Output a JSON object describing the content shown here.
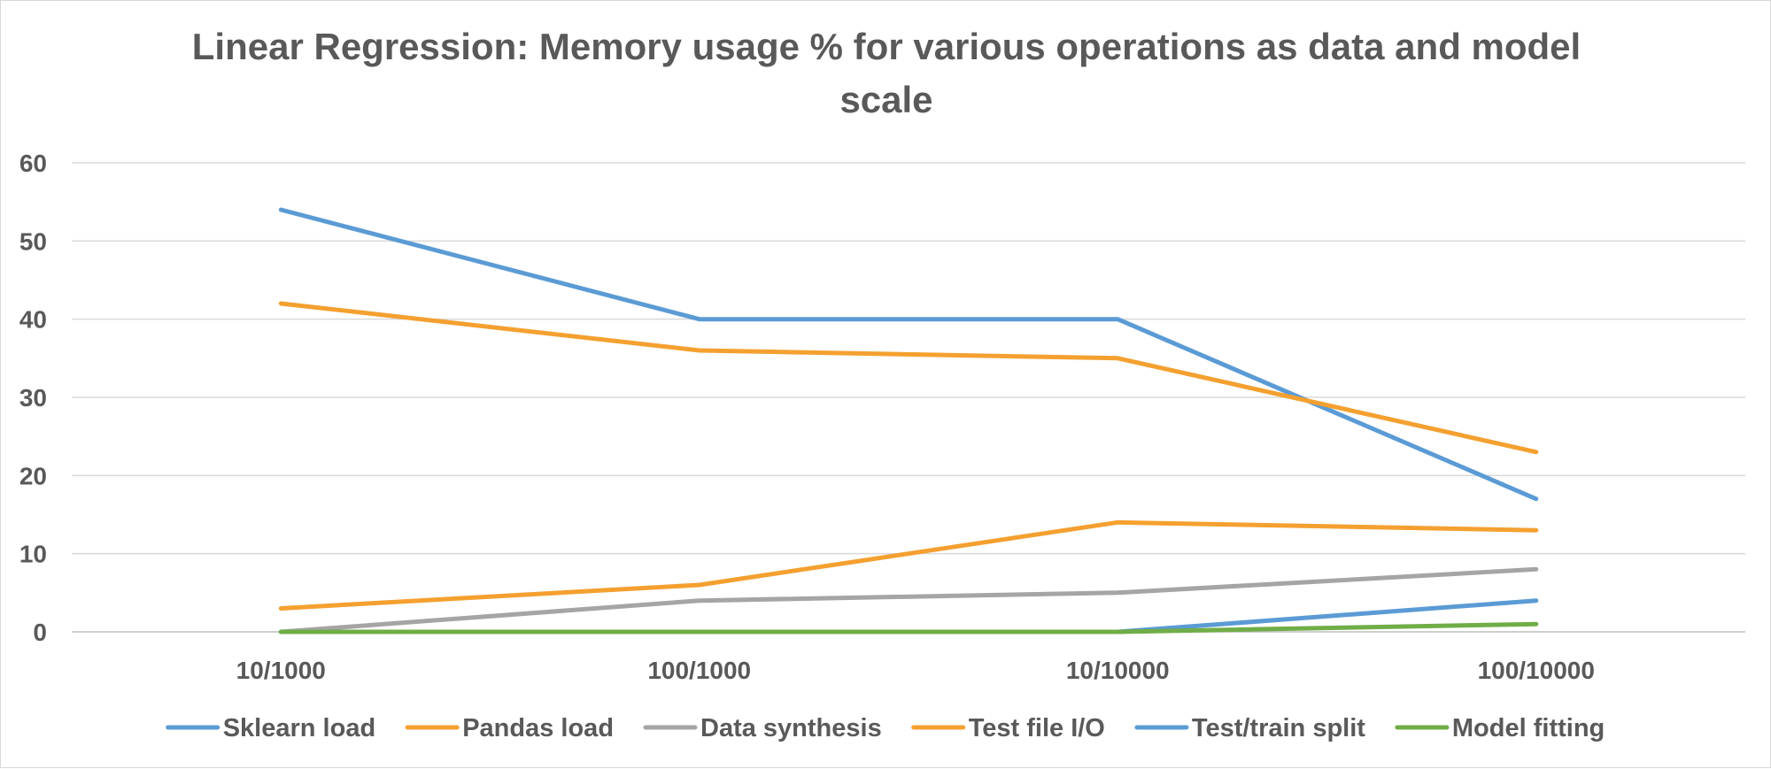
{
  "chart_data": {
    "type": "line",
    "title": "Linear Regression: Memory usage % for various operations as data and model scale",
    "xlabel": "",
    "ylabel": "",
    "categories": [
      "10/1000",
      "100/1000",
      "10/10000",
      "100/10000"
    ],
    "ylim": [
      0,
      60
    ],
    "yticks": [
      0,
      10,
      20,
      30,
      40,
      50,
      60
    ],
    "grid": true,
    "legend_position": "bottom",
    "series": [
      {
        "name": "Sklearn load",
        "color": "#5b9bd5",
        "values": [
          54,
          40,
          40,
          17
        ]
      },
      {
        "name": "Pandas load",
        "color": "#f4a030",
        "values": [
          42,
          36,
          35,
          23
        ]
      },
      {
        "name": "Data synthesis",
        "color": "#a5a5a5",
        "values": [
          0,
          4,
          5,
          8
        ]
      },
      {
        "name": "Test file I/O",
        "color": "#f4a030",
        "values": [
          3,
          6,
          14,
          13
        ]
      },
      {
        "name": "Test/train split",
        "color": "#5b9bd5",
        "values": [
          0,
          0,
          0,
          4
        ]
      },
      {
        "name": "Model fitting",
        "color": "#70ad47",
        "values": [
          0,
          0,
          0,
          1
        ]
      }
    ]
  }
}
